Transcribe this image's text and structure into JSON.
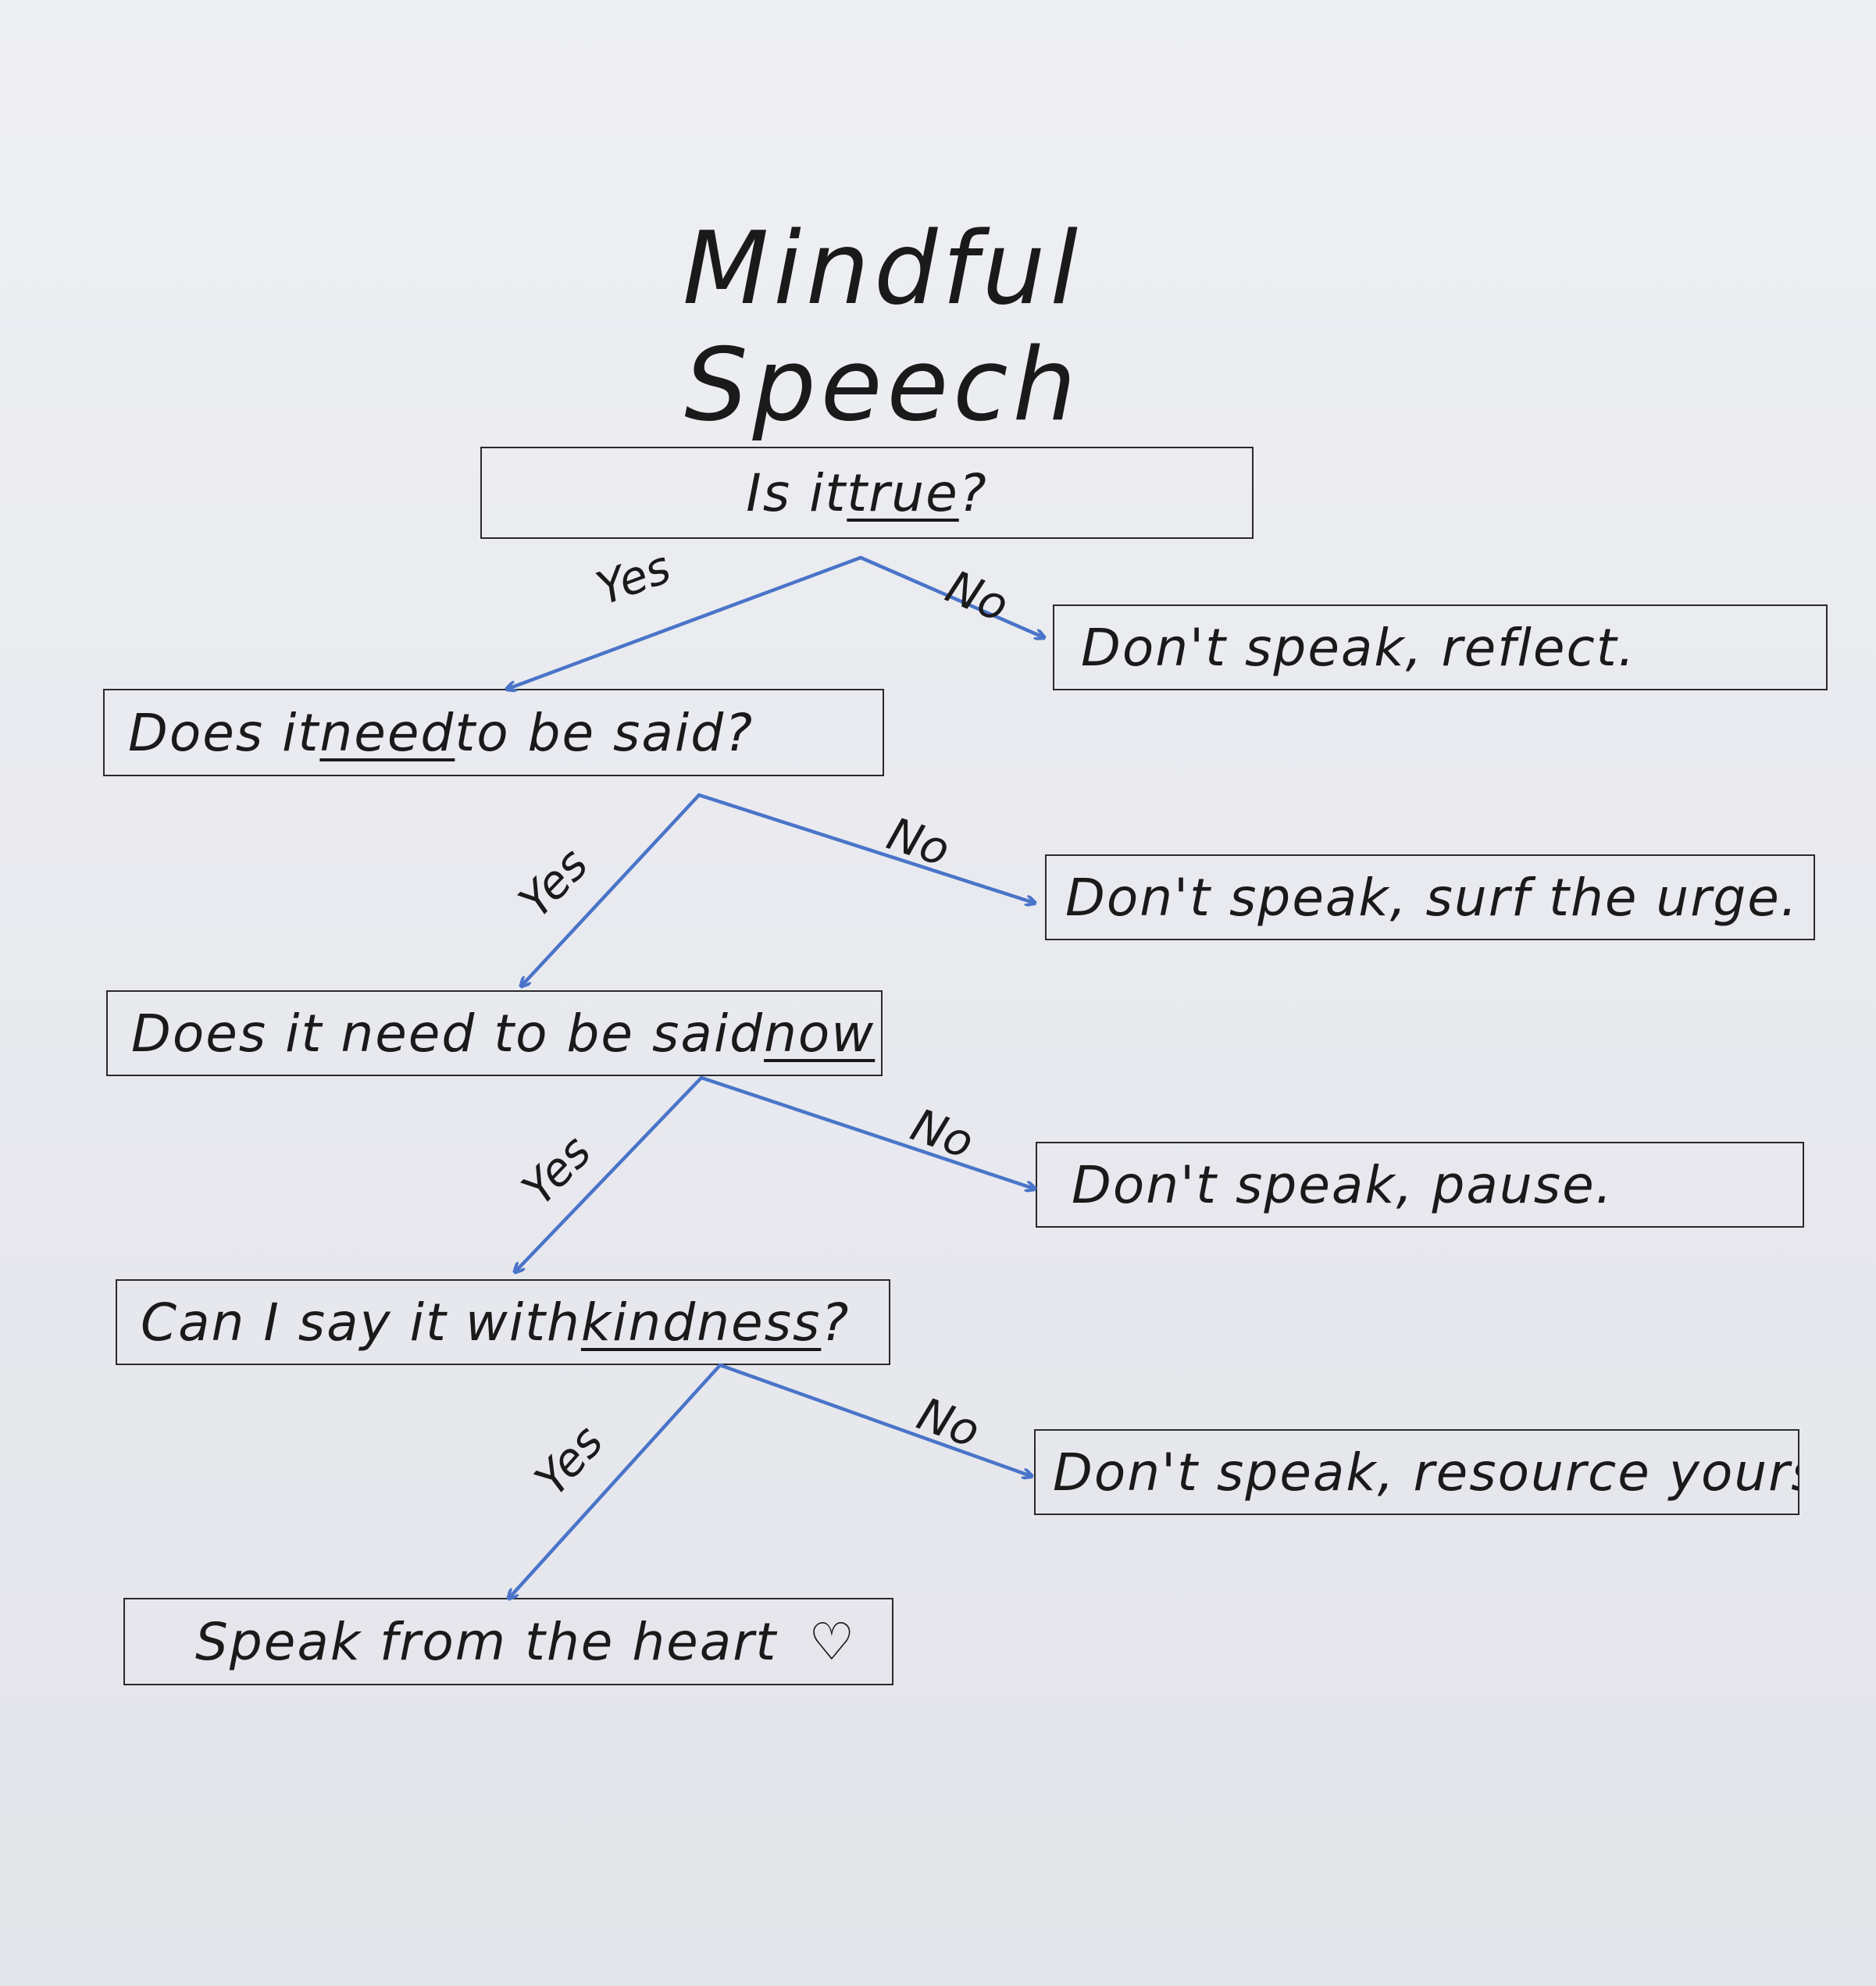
{
  "title": "Mindful Speech",
  "nodes": {
    "q1": {
      "pre": "Is it ",
      "em": "true",
      "post": "?"
    },
    "q2": {
      "pre": "Does it ",
      "em": "need",
      "post": " to be said?"
    },
    "q3": {
      "pre": "Does it need to be said ",
      "em": "now",
      "post": "?"
    },
    "q4": {
      "pre": "Can I say it with ",
      "em": "kindness",
      "post": "?"
    },
    "a1": "Don't speak, reflect.",
    "a2": "Don't speak, surf the urge.",
    "a3": "Don't speak, pause.",
    "a4": "Don't speak, resource yourself.",
    "final": "Speak from the heart",
    "final_heart": "♡"
  },
  "edge_labels": {
    "yes": "Yes",
    "no": "No"
  },
  "colors": {
    "arrow": "#4a74c9",
    "ink": "#1a1a1a",
    "box_border": "#2a2a2a"
  }
}
